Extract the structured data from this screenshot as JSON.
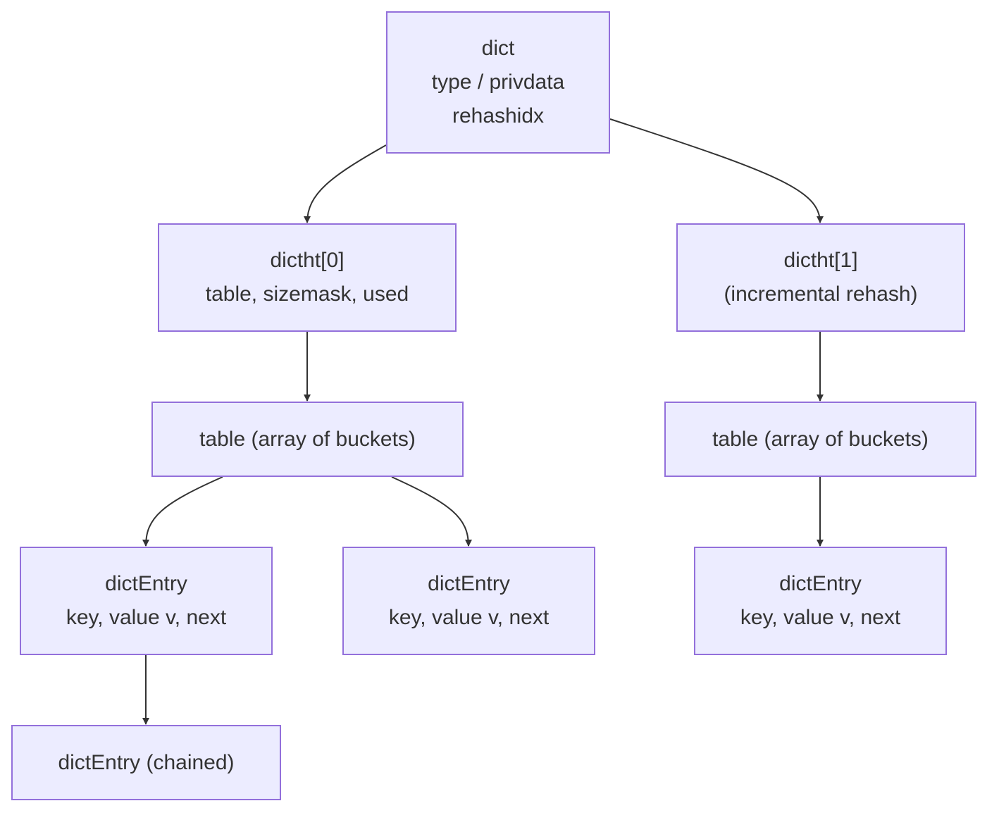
{
  "nodes": {
    "dict": {
      "lines": [
        "dict",
        "type / privdata",
        "rehashidx"
      ]
    },
    "dictht0": {
      "lines": [
        "dictht[0]",
        "table, sizemask, used"
      ]
    },
    "dictht1": {
      "lines": [
        "dictht[1]",
        "(incremental rehash)"
      ]
    },
    "table0": {
      "lines": [
        "table (array of buckets)"
      ]
    },
    "table1": {
      "lines": [
        "table (array of buckets)"
      ]
    },
    "entry0a": {
      "lines": [
        "dictEntry",
        "key, value v, next"
      ]
    },
    "entry0b": {
      "lines": [
        "dictEntry",
        "key, value v, next"
      ]
    },
    "entry1": {
      "lines": [
        "dictEntry",
        "key, value v, next"
      ]
    },
    "chained": {
      "lines": [
        "dictEntry (chained)"
      ]
    }
  },
  "edges": [
    {
      "from": "dict",
      "to": "dictht0"
    },
    {
      "from": "dict",
      "to": "dictht1"
    },
    {
      "from": "dictht0",
      "to": "table0"
    },
    {
      "from": "dictht1",
      "to": "table1"
    },
    {
      "from": "table0",
      "to": "entry0a"
    },
    {
      "from": "table0",
      "to": "entry0b"
    },
    {
      "from": "table1",
      "to": "entry1"
    },
    {
      "from": "entry0a",
      "to": "chained"
    }
  ],
  "colors": {
    "node_fill": "#ECECFF",
    "node_border": "#9370DB",
    "edge": "#333333",
    "text": "#333333"
  }
}
